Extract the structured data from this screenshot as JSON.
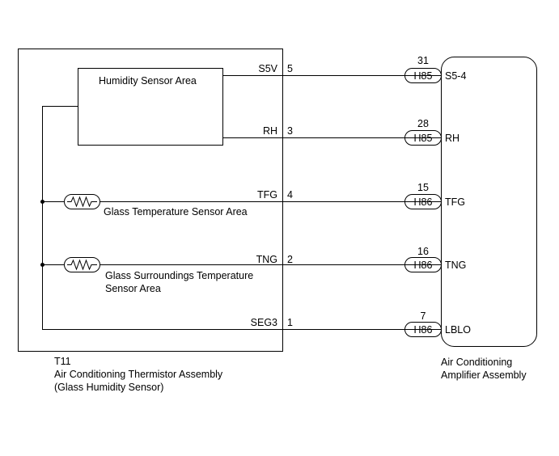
{
  "left_assembly": {
    "code": "T11",
    "name_line1": "Air Conditioning Thermistor Assembly",
    "name_line2": "(Glass Humidity Sensor)",
    "humidity_area_label": "Humidity Sensor Area",
    "glass_temp_label": "Glass Temperature Sensor Area",
    "glass_surr_label_line1": "Glass Surroundings Temperature",
    "glass_surr_label_line2": "Sensor Area"
  },
  "right_assembly": {
    "name_line1": "Air Conditioning",
    "name_line2": "Amplifier Assembly"
  },
  "wires": [
    {
      "left_signal": "S5V",
      "left_pin": "5",
      "connector": "H85",
      "right_pin": "31",
      "right_signal": "S5-4"
    },
    {
      "left_signal": "RH",
      "left_pin": "3",
      "connector": "H85",
      "right_pin": "28",
      "right_signal": "RH"
    },
    {
      "left_signal": "TFG",
      "left_pin": "4",
      "connector": "H86",
      "right_pin": "15",
      "right_signal": "TFG"
    },
    {
      "left_signal": "TNG",
      "left_pin": "2",
      "connector": "H86",
      "right_pin": "16",
      "right_signal": "TNG"
    },
    {
      "left_signal": "SEG3",
      "left_pin": "1",
      "connector": "H86",
      "right_pin": "7",
      "right_signal": "LBLO"
    }
  ]
}
